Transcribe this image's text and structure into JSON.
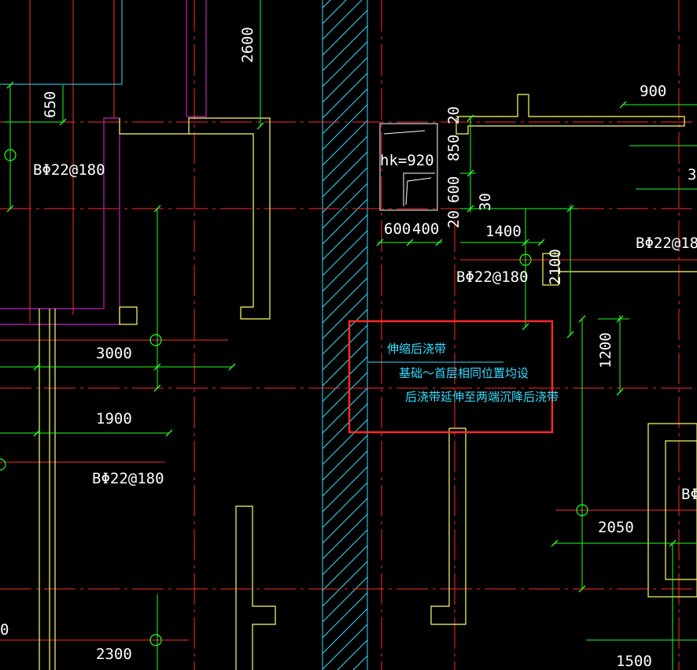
{
  "colors": {
    "background": "#000000",
    "axis": "#ff2a2a",
    "dimension": "#22ff22",
    "wall": "#ffff66",
    "cyan": "#33ddff",
    "magenta": "#c020c0",
    "text": "#ffffff",
    "note_text": "#33ddff",
    "highlight_box": "#ff2a2a"
  },
  "dimensions": {
    "d2600": "2600",
    "d650": "650",
    "d900": "900",
    "d20a": "20",
    "d850": "850",
    "d600v": "600",
    "d20b": "20",
    "d30": "30",
    "d600h": "600",
    "d400": "400",
    "d1400": "1400",
    "d2100": "2100",
    "d3000": "3000",
    "d1200": "1200",
    "d1900": "1900",
    "d2050": "2050",
    "d2300": "2300",
    "d1500": "1500",
    "d3partial": "3"
  },
  "labels": {
    "rebar_a": "BΦ22@180",
    "rebar_b": "BΦ22@180",
    "rebar_c": "BΦ22@180",
    "rebar_d": "BΦ22@180",
    "rebar_partial": "BΦ",
    "hk": "hk=920",
    "edge_partial": "0"
  },
  "note": {
    "title": "伸缩后浇带",
    "line1": "基础～首层相同位置均设",
    "line2": "后浇带延伸至两端沉降后浇带"
  }
}
